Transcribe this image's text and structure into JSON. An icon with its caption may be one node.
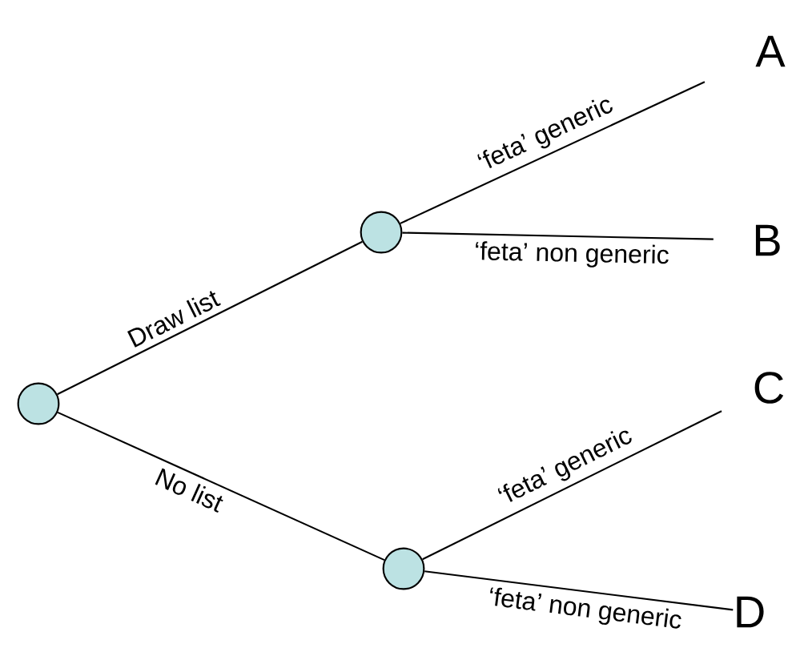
{
  "diagram": {
    "nodes": [
      {
        "text": [],
        "shape": "circle"
      },
      {
        "text": [],
        "shape": "circle"
      },
      {
        "text": [],
        "shape": "circle"
      },
      {
        "text": [
          "A"
        ]
      },
      {
        "text": [
          "B"
        ]
      },
      {
        "text": [
          "C"
        ]
      },
      {
        "text": [
          "D"
        ]
      }
    ],
    "edges": [
      {
        "from": 0,
        "to": 1,
        "arrow": "none",
        "label": "Draw list"
      },
      {
        "from": 0,
        "to": 2,
        "arrow": "none",
        "label": "No list"
      },
      {
        "from": 1,
        "to": 3,
        "arrow": "none",
        "label": "‘feta’ generic"
      },
      {
        "from": 1,
        "to": 4,
        "arrow": "none",
        "label": "‘feta’ non generic"
      },
      {
        "from": 2,
        "to": 5,
        "arrow": "none",
        "label": "‘feta’ generic"
      },
      {
        "from": 2,
        "to": 6,
        "arrow": "none",
        "label": "‘feta’ non generic"
      }
    ]
  }
}
